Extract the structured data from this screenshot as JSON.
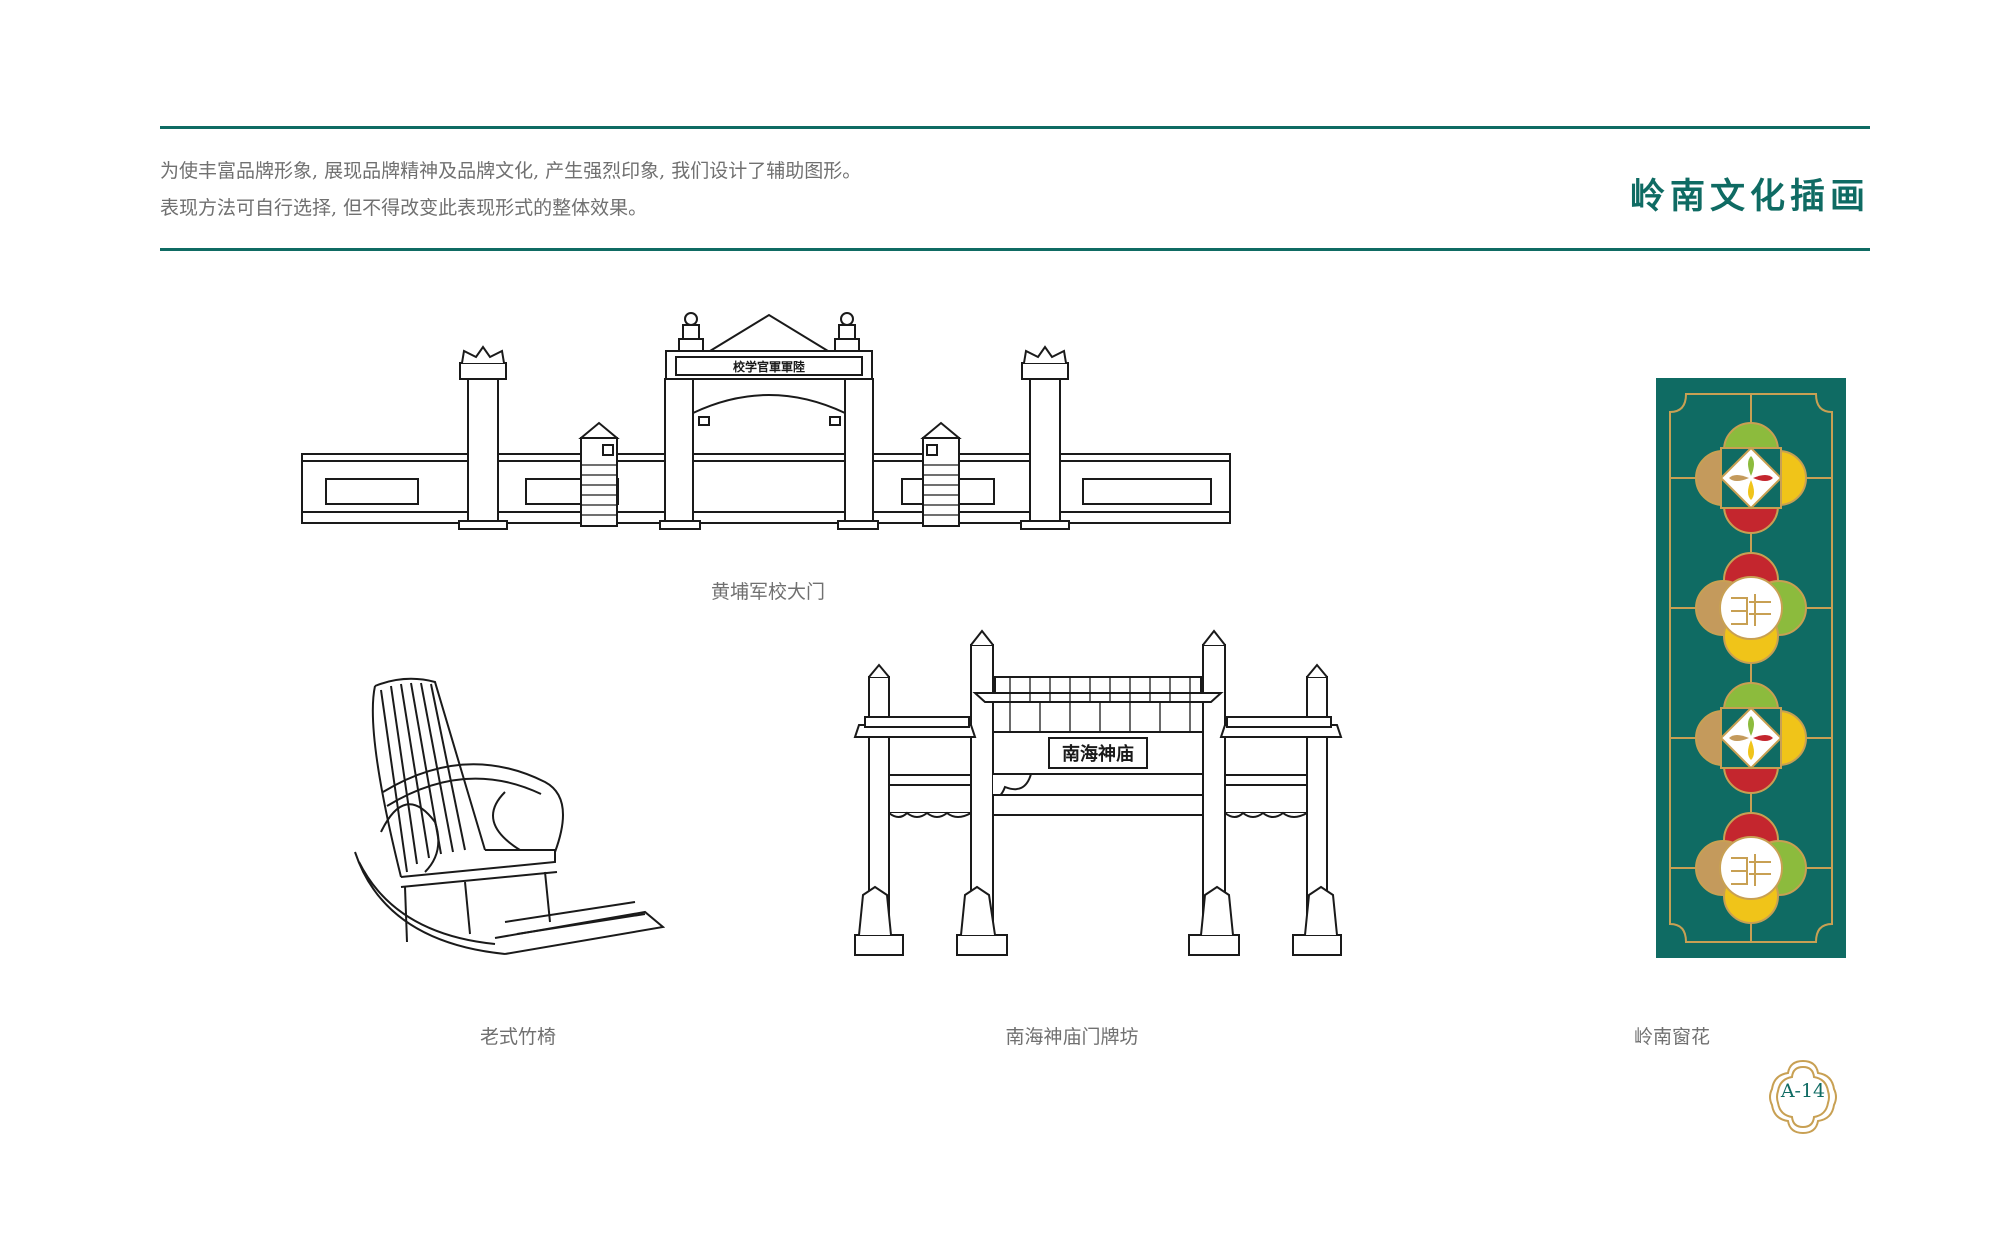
{
  "theme": {
    "accent": "#0f6b63",
    "gold": "#c8a053",
    "red": "#c4262e",
    "yellow": "#f0c419",
    "green": "#8cbb3d",
    "tan": "#c49a5c"
  },
  "header": {
    "intro_line_1": "为使丰富品牌形象, 展现品牌精神及品牌文化, 产生强烈印象, 我们设计了辅助图形。",
    "intro_line_2": "表现方法可自行选择, 但不得改变此表现形式的整体效果。",
    "title": "岭南文化插画"
  },
  "illustrations": {
    "gate": {
      "caption": "黄埔军校大门",
      "sign": "校学官軍軍陸"
    },
    "chair": {
      "caption": "老式竹椅"
    },
    "arch": {
      "caption": "南海神庙门牌坊",
      "sign": "南海神庙"
    },
    "window": {
      "caption": "岭南窗花"
    }
  },
  "footer": {
    "page_number": "A-14"
  }
}
